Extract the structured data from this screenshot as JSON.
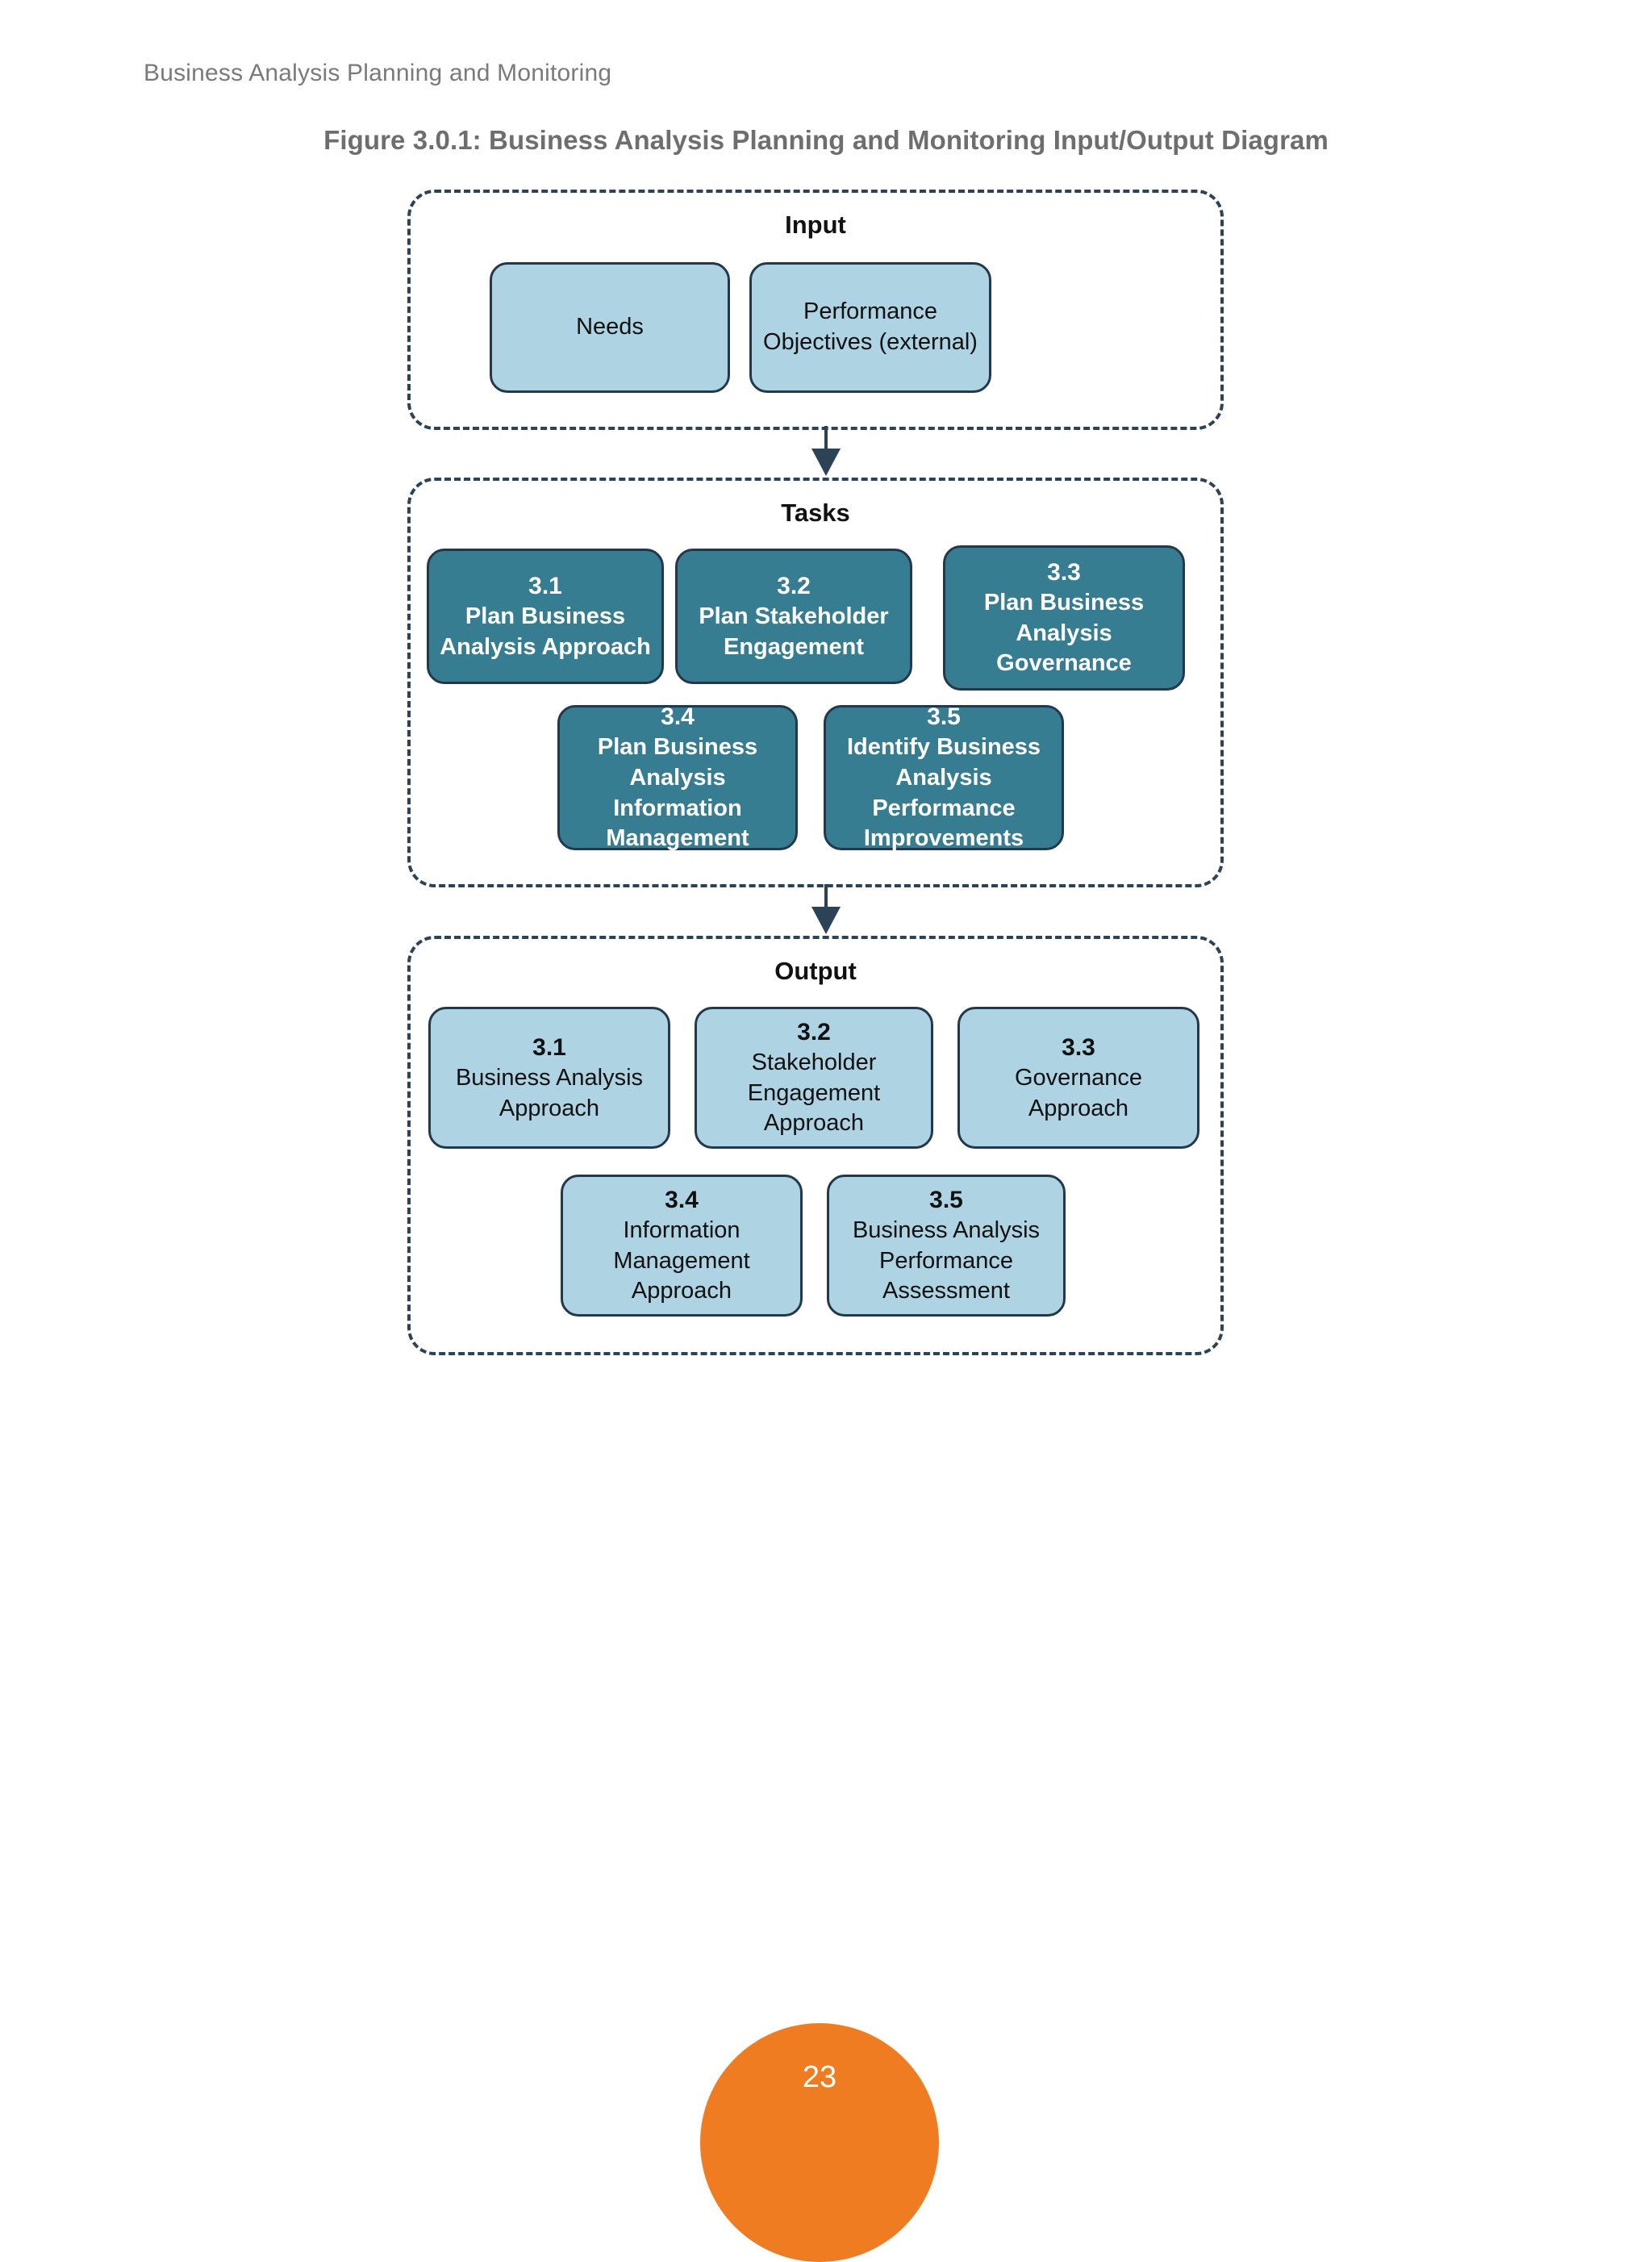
{
  "page": {
    "running_header": "Business Analysis Planning and Monitoring",
    "page_number": "23",
    "accent_color": "#f07c22"
  },
  "figure": {
    "caption": "Figure 3.0.1: Business Analysis Planning and Monitoring Input/Output Diagram",
    "colors": {
      "light_node_fill": "#aed4e4",
      "dark_node_fill": "#377d91",
      "node_border": "#23384c",
      "group_border": "#2c4356",
      "connector": "#2c4356"
    }
  },
  "diagram": {
    "groups": [
      {
        "id": "input",
        "title": "Input",
        "nodes": [
          {
            "num": "",
            "label": "Needs"
          },
          {
            "num": "",
            "label": "Performance Objectives (external)"
          }
        ]
      },
      {
        "id": "tasks",
        "title": "Tasks",
        "nodes": [
          {
            "num": "3.1",
            "label": "Plan Business Analysis Approach"
          },
          {
            "num": "3.2",
            "label": "Plan Stakeholder Engagement"
          },
          {
            "num": "3.3",
            "label": "Plan Business Analysis Governance"
          },
          {
            "num": "3.4",
            "label": "Plan Business Analysis Information Management"
          },
          {
            "num": "3.5",
            "label": "Identify Business Analysis Performance Improvements"
          }
        ]
      },
      {
        "id": "output",
        "title": "Output",
        "nodes": [
          {
            "num": "3.1",
            "label": "Business Analysis Approach"
          },
          {
            "num": "3.2",
            "label": "Stakeholder Engagement Approach"
          },
          {
            "num": "3.3",
            "label": "Governance Approach"
          },
          {
            "num": "3.4",
            "label": "Information Management Approach"
          },
          {
            "num": "3.5",
            "label": "Business Analysis Performance Assessment"
          }
        ]
      }
    ],
    "connectors": [
      {
        "from": "input",
        "to": "tasks",
        "direction": "down"
      },
      {
        "from": "tasks",
        "to": "output",
        "direction": "down"
      }
    ]
  }
}
